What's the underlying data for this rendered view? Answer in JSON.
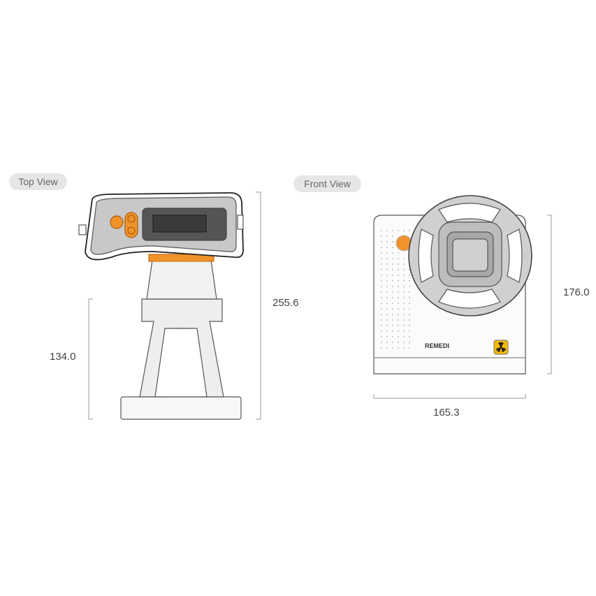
{
  "labels": {
    "top_view": "Top View",
    "front_view": "Front View"
  },
  "dimensions": {
    "top_height": "255.6",
    "top_grip_height": "134.0",
    "front_height": "176.0",
    "front_width": "165.3"
  },
  "brand": {
    "name": "REMEDI"
  },
  "colors": {
    "accent": "#f0932b",
    "body": "#f7f7f7",
    "panel": "#c8c8c8",
    "outline": "#555555",
    "dim_line": "#999999",
    "warning": "#f5b800"
  },
  "icons": [
    "radiation-warning-icon",
    "power-button-icon",
    "up-arrow-button-icon",
    "down-arrow-button-icon"
  ]
}
